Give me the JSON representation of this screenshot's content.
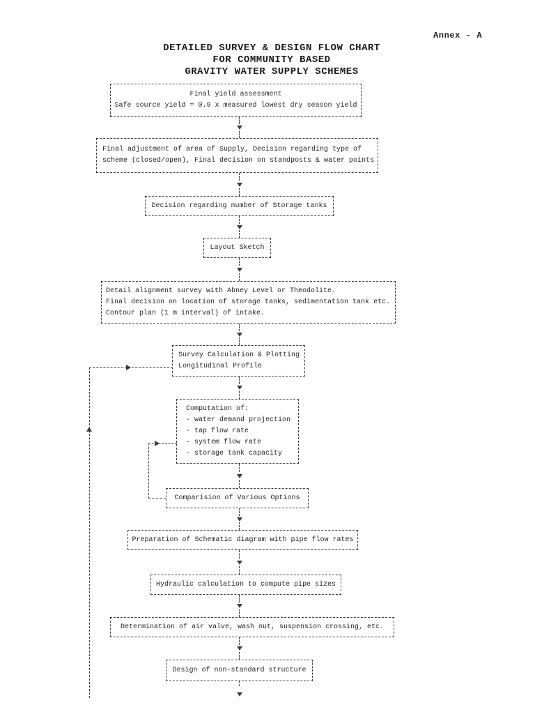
{
  "page": {
    "annex_label": "Annex - A",
    "title_line1": "DETAILED SURVEY & DESIGN FLOW CHART",
    "title_line2": "FOR COMMUNITY BASED",
    "title_line3": "GRAVITY WATER SUPPLY SCHEMES"
  },
  "colors": {
    "line": "#3c3c3c",
    "text": "#242424",
    "background": "#ffffff"
  },
  "flowchart": {
    "nodes": [
      {
        "id": "final-yield-assessment",
        "lines": [
          "Final yield assessment",
          "Safe source yield = 0.9 x measured lowest dry season yield"
        ]
      },
      {
        "id": "final-adjustment-of-supply",
        "lines": [
          "Final adjustment of area of Supply, Decision regarding type of",
          "scheme (closed/open), Final decision on standposts & water points"
        ]
      },
      {
        "id": "storage-tank-number-decision",
        "lines": [
          "Decision regarding number of Storage tanks"
        ]
      },
      {
        "id": "layout-sketch",
        "lines": [
          "Layout Sketch"
        ]
      },
      {
        "id": "detail-alignment-survey",
        "lines": [
          "Detail alignment survey with Abney Level or Theodolite.",
          "Final decision on location of storage tanks, sedimentation tank etc.",
          "Contour plan (1 m interval) of intake."
        ]
      },
      {
        "id": "survey-calculation-plotting",
        "lines": [
          "Survey Calculation & Plotting",
          "Longitudinal Profile"
        ]
      },
      {
        "id": "computation",
        "lines": [
          "Computation of:",
          "- water demand projection",
          "- tap flow rate",
          "- system flow rate",
          "- storage tank capacity"
        ]
      },
      {
        "id": "comparision-of-options",
        "lines": [
          "Comparision of Various Options"
        ]
      },
      {
        "id": "schematic-diagram-preparation",
        "lines": [
          "Preparation of Schematic diagram with pipe flow rates"
        ]
      },
      {
        "id": "hydraulic-calculation",
        "lines": [
          "Hydraulic calculation to compute pipe sizes"
        ]
      },
      {
        "id": "air-valve-determination",
        "lines": [
          "Determination of air valve, wash out, suspension crossing, etc."
        ]
      },
      {
        "id": "non-standard-structure-design",
        "lines": [
          "Design of non-standard structure"
        ]
      }
    ],
    "edges": [
      "final-yield-assessment -> final-adjustment-of-supply",
      "final-adjustment-of-supply -> storage-tank-number-decision",
      "storage-tank-number-decision -> layout-sketch",
      "layout-sketch -> detail-alignment-survey",
      "detail-alignment-survey -> survey-calculation-plotting",
      "survey-calculation-plotting -> computation",
      "computation -> comparision-of-options",
      "comparision-of-options -> schematic-diagram-preparation",
      "schematic-diagram-preparation -> hydraulic-calculation",
      "hydraulic-calculation -> air-valve-determination",
      "air-valve-determination -> non-standard-structure-design",
      "comparision-of-options -> computation (feedback loop)",
      "bottom-of-page -> survey-calculation-plotting (feedback loop)"
    ]
  }
}
